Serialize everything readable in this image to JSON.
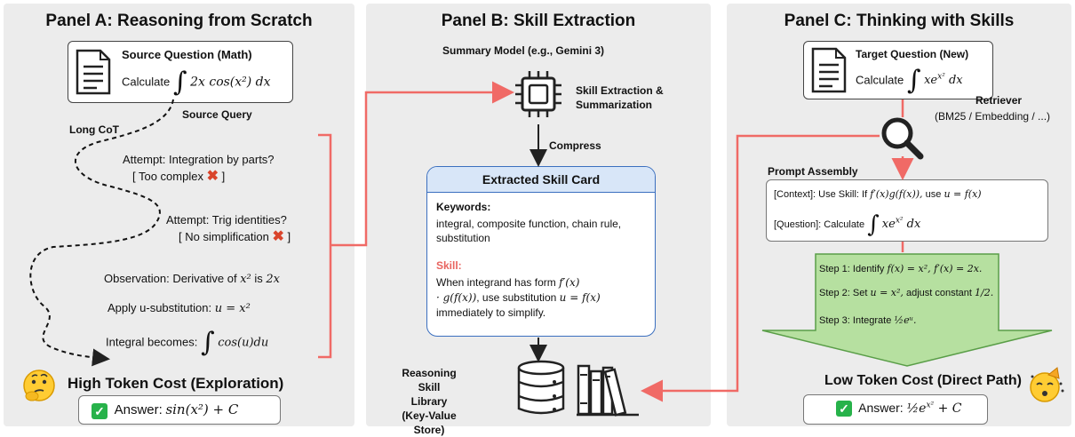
{
  "panel_a": {
    "title": "Panel A: Reasoning from Scratch",
    "source_question_title": "Source Question (Math)",
    "source_question_text": "Calculate",
    "source_question_expr": "2x cos(x²) dx",
    "source_query_label": "Source Query",
    "long_cot_label": "Long CoT",
    "attempt1": "Attempt: Integration by parts?",
    "attempt1_result": "[ Too complex",
    "attempt1_close": "]",
    "attempt2": "Attempt: Trig identities?",
    "attempt2_result": "[ No simplification",
    "attempt2_close": "]",
    "observation_text": "Observation: Derivative of",
    "observation_expr1": "x²",
    "observation_mid": "is",
    "observation_expr2": "2x",
    "usub_text": "Apply u-substitution:",
    "usub_expr": "u = x²",
    "integral_text": "Integral becomes:",
    "integral_expr": "cos(u)du",
    "cost_label": "High Token Cost (Exploration)",
    "answer_text": "Answer:",
    "answer_expr": "sin(x²) + C"
  },
  "panel_b": {
    "title": "Panel B: Skill Extraction",
    "summary_model": "Summary Model (e.g., Gemini 3)",
    "extraction_label_1": "Skill Extraction &",
    "extraction_label_2": "Summarization",
    "compress_label": "Compress",
    "card_title": "Extracted Skill Card",
    "keywords_label": "Keywords:",
    "keywords_text": "integral, composite function, chain rule, substitution",
    "skill_label": "Skill:",
    "skill_line1": "When integrand has form",
    "skill_expr1": "f′(x)",
    "skill_line2_expr": "· g(f(x))",
    "skill_line2": ", use substitution",
    "skill_expr2": "u = f(x)",
    "skill_line3": "immediately to simplify.",
    "library_1": "Reasoning Skill",
    "library_2": "Library",
    "library_3": "(Key-Value Store)"
  },
  "panel_c": {
    "title": "Panel C: Thinking with Skills",
    "target_question_title": "Target Question (New)",
    "target_question_text": "Calculate",
    "target_question_expr": "xe",
    "target_question_sup": "x²",
    "target_question_dx": "dx",
    "retriever_label": "Retriever",
    "retriever_methods": "(BM25 / Embedding / ...)",
    "prompt_assembly": "Prompt Assembly",
    "context_text": "[Context]: Use Skill: If",
    "context_expr": "f′(x)g(f(x)),",
    "context_use": "use",
    "context_expr2": "u = f(x)",
    "question_text": "[Question]: Calculate",
    "question_expr": "xe",
    "question_sup": "x²",
    "question_dx": "dx",
    "step1_text": "Step 1: Identify",
    "step1_expr": "f(x) = x², f′(x) = 2x.",
    "step2_text": "Step 2: Set",
    "step2_expr": "u = x²,",
    "step2_mid": "adjust constant",
    "step2_frac": "1/2.",
    "step3_text": "Step 3: Integrate",
    "step3_expr": "½eᵘ.",
    "cost_label": "Low Token Cost (Direct Path)",
    "answer_text": "Answer:",
    "answer_expr": "½e",
    "answer_sup": "x²",
    "answer_tail": "+ C"
  },
  "colors": {
    "panel_bg": "#ececec",
    "red_arrow": "#f06a66",
    "card_header": "#d8e6f8",
    "card_border": "#3b6fbf",
    "arrow_green": "#b6e0a0"
  }
}
